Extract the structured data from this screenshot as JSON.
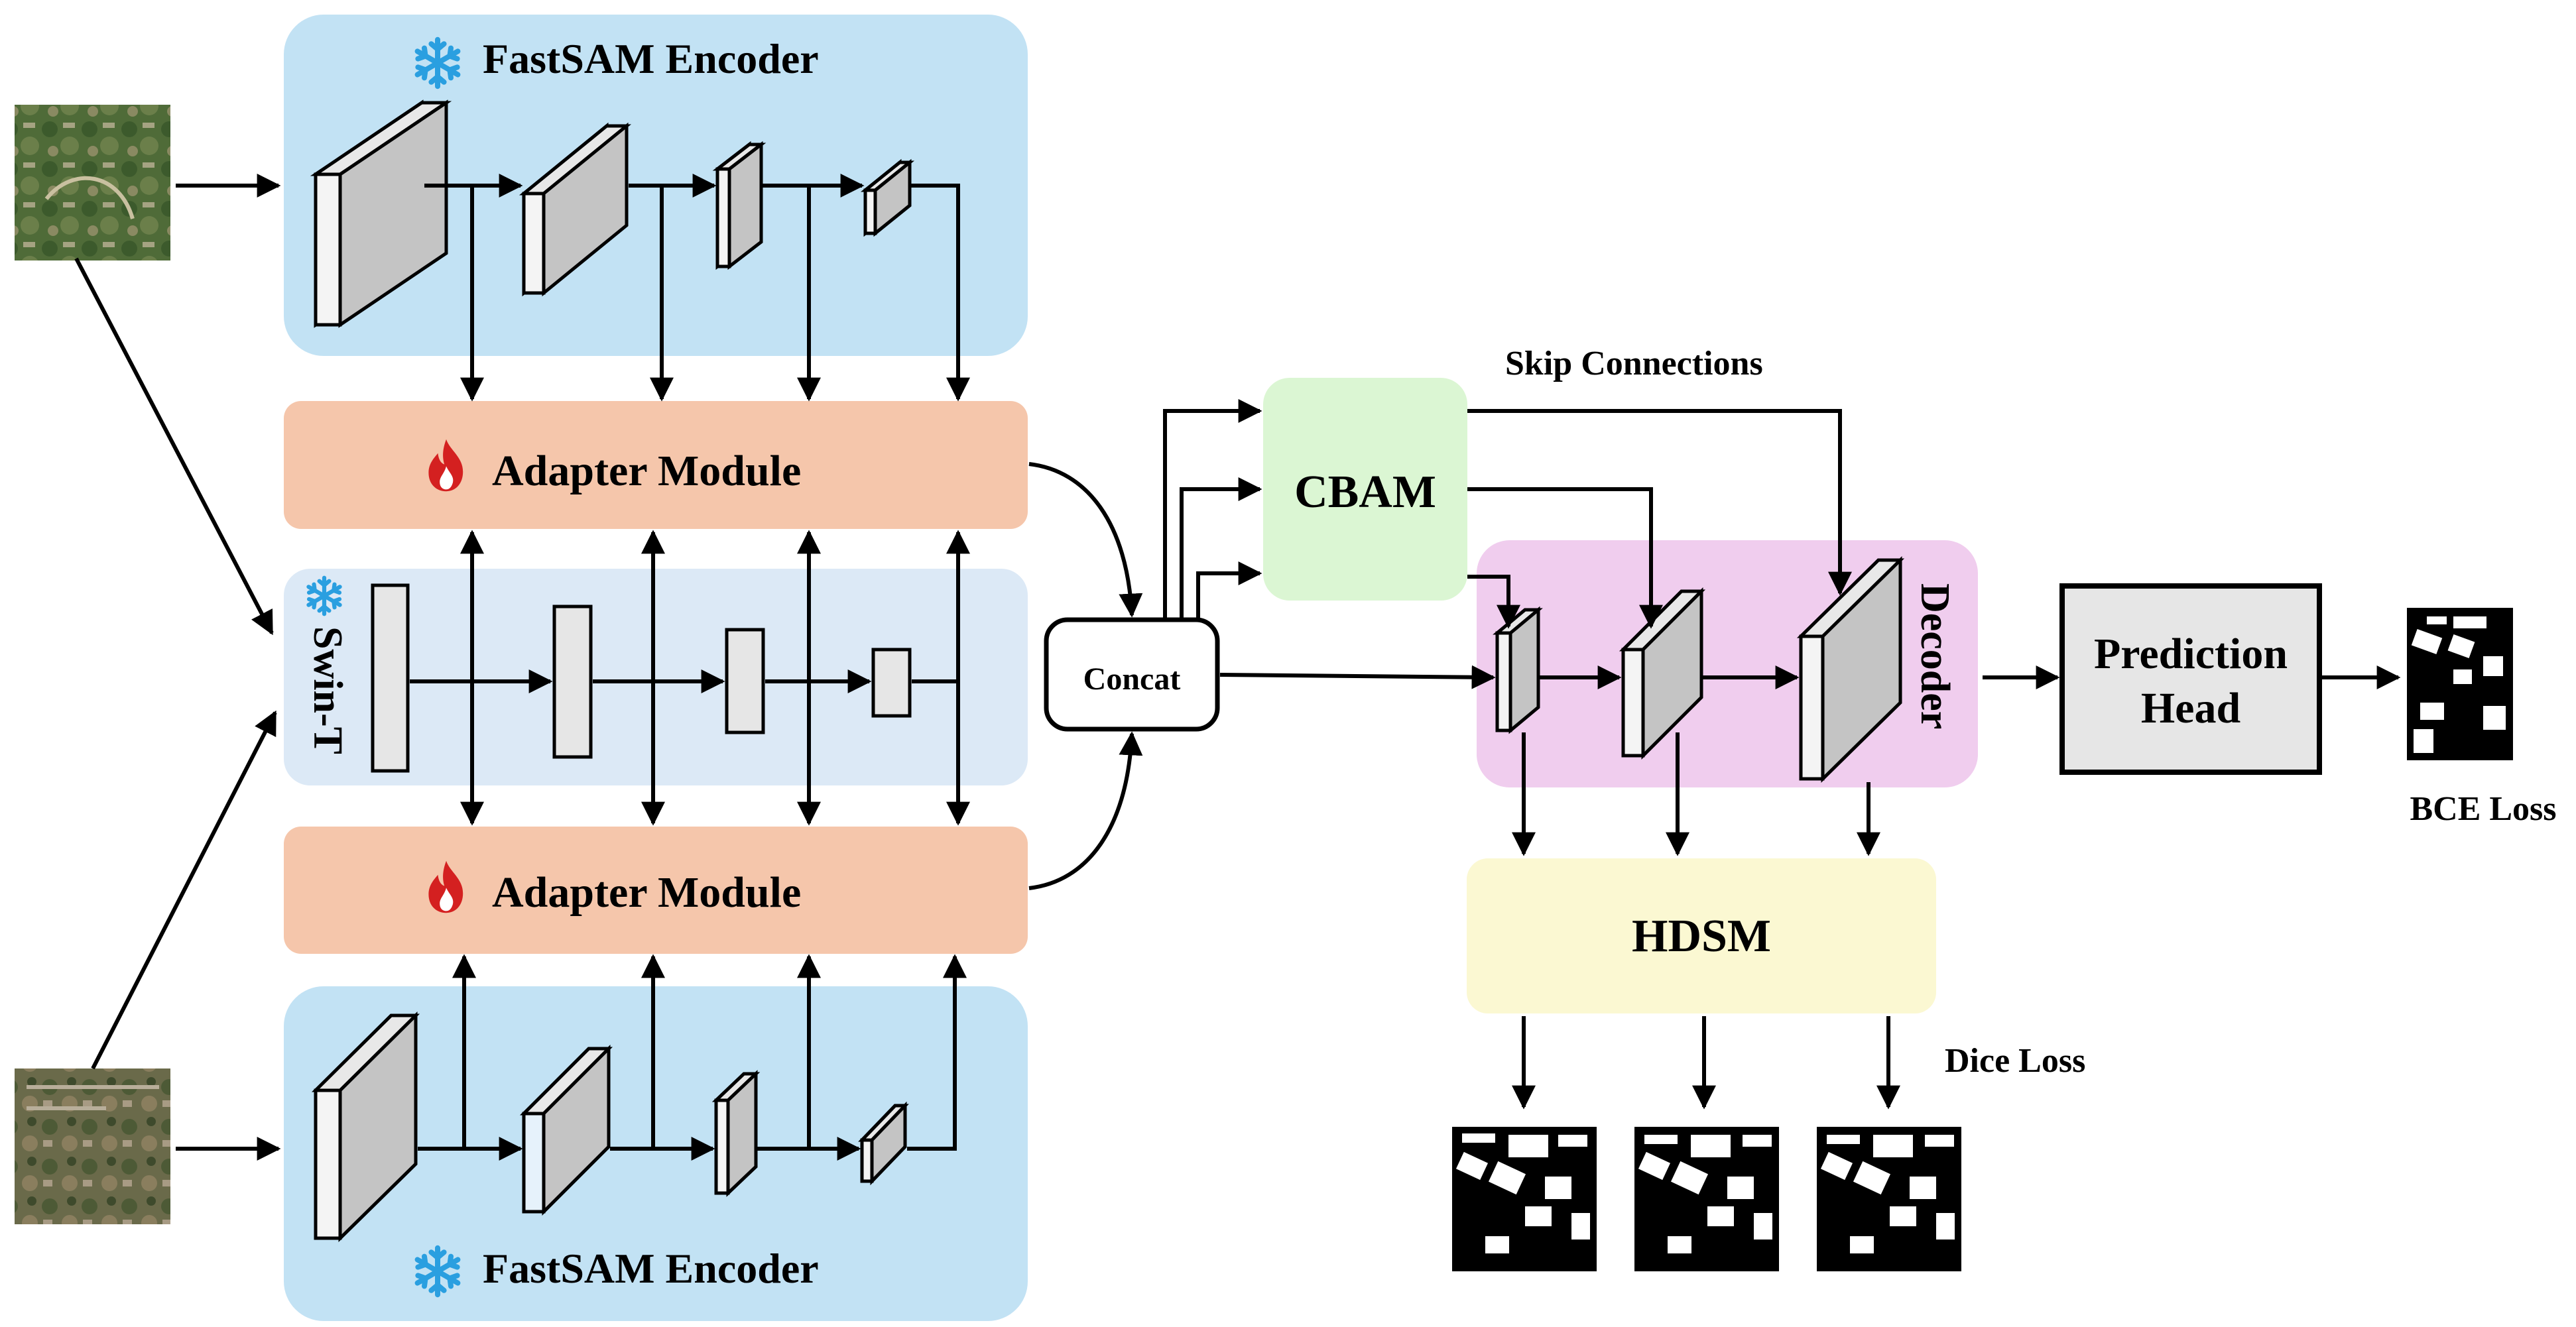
{
  "encoder_top": {
    "title": "FastSAM Encoder",
    "icon": "snowflake-icon"
  },
  "encoder_bottom": {
    "title": "FastSAM Encoder",
    "icon": "snowflake-icon"
  },
  "adapter_top": {
    "title": "Adapter Module",
    "icon": "flame-icon"
  },
  "adapter_bottom": {
    "title": "Adapter Module",
    "icon": "flame-icon"
  },
  "swin": {
    "title": "Swin-T",
    "icon": "snowflake-icon"
  },
  "concat": {
    "label": "Concat"
  },
  "cbam": {
    "label": "CBAM"
  },
  "skip_connections": {
    "label": "Skip Connections"
  },
  "decoder": {
    "label": "Decoder"
  },
  "prediction_head": {
    "line1": "Prediction",
    "line2": "Head"
  },
  "hdsm": {
    "label": "HDSM"
  },
  "losses": {
    "bce": "BCE Loss",
    "dice": "Dice Loss"
  },
  "colors": {
    "encoder": "#c2e2f4",
    "adapter": "#f5c6ab",
    "swin": "#dce9f6",
    "cbam": "#dbf6d3",
    "decoder": "#f0cdee",
    "hdsm": "#fbf8d2",
    "prediction_head": "#e6e6e6",
    "snowflake": "#2a9fe0",
    "flame": "#d42020"
  }
}
